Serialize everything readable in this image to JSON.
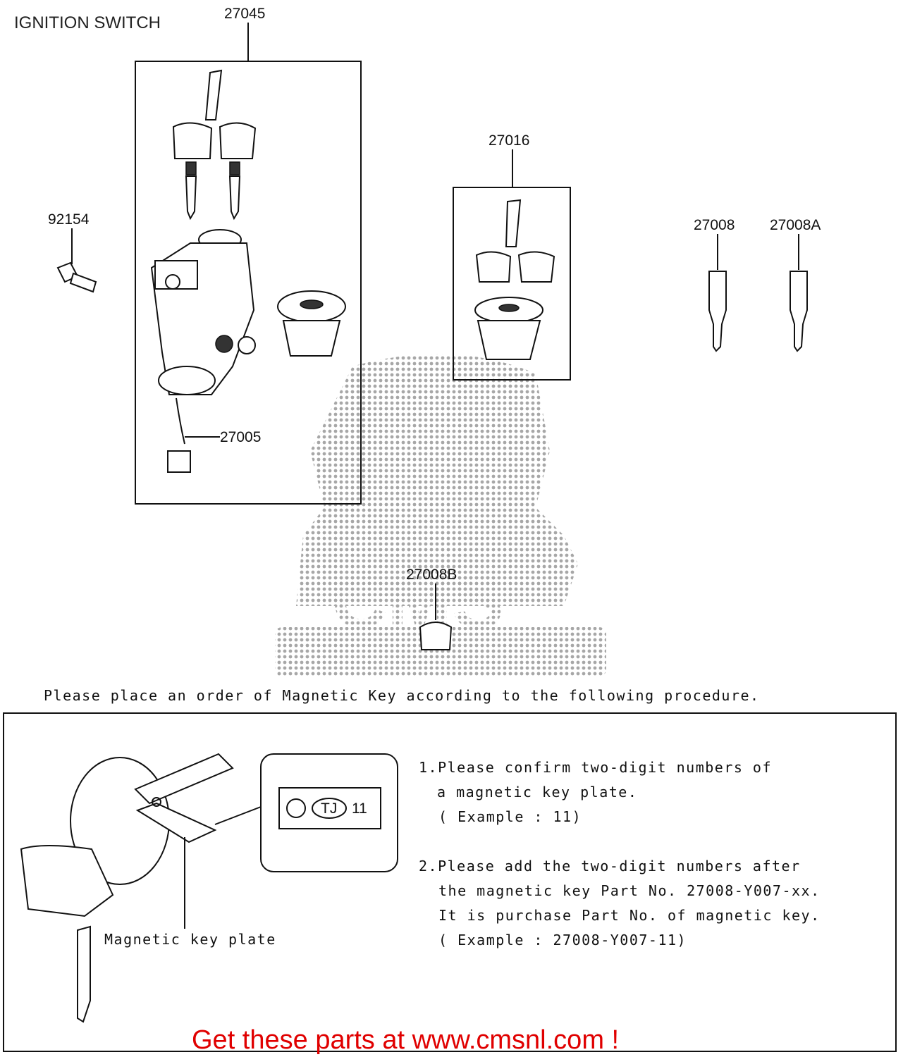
{
  "title": "IGNITION SWITCH",
  "callouts": {
    "c27045": "27045",
    "c27016": "27016",
    "c92154": "92154",
    "c27008": "27008",
    "c27008A": "27008A",
    "c27005": "27005",
    "c27008B": "27008B"
  },
  "order_notice": "Please place an order of Magnetic Key according to the following procedure.",
  "plate": {
    "code": "TJ",
    "number": "11",
    "caption": "Magnetic key plate"
  },
  "instructions": {
    "step1": [
      "1.Please confirm two-digit numbers of",
      "a magnetic key plate.",
      "( Example : 11)"
    ],
    "step2": [
      "2.Please add the  two-digit numbers after",
      "the magnetic key Part No. 27008-Y007-xx.",
      "It is purchase Part No. of magnetic key.",
      "( Example : 27008-Y007-11)"
    ]
  },
  "cta": "Get these parts at www.cmsnl.com !",
  "colors": {
    "cta": "#e00000",
    "ink": "#111111",
    "watermark": "#9a9a9a"
  }
}
